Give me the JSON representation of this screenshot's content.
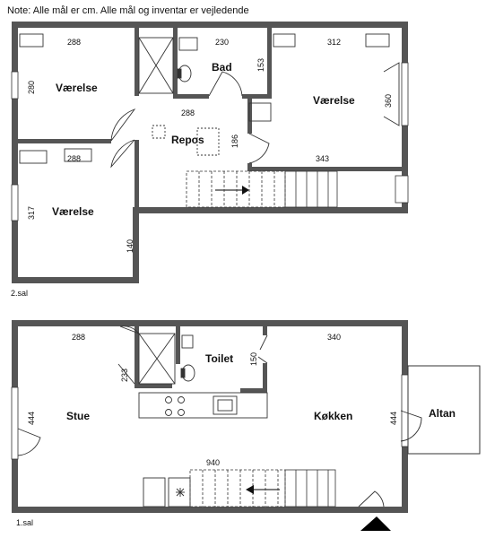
{
  "note": "Note: Alle mål er cm. Alle mål og inventar er vejledende",
  "floors": {
    "upper": {
      "level_label": "2.sal",
      "rooms": {
        "vaerelse_topleft": "Værelse",
        "bad": "Bad",
        "vaerelse_right": "Værelse",
        "repos": "Repos",
        "vaerelse_bottomleft": "Værelse"
      },
      "dims": {
        "d288_top": "288",
        "d230": "230",
        "d312": "312",
        "d280": "280",
        "d153": "153",
        "d360": "360",
        "d288_mid": "288",
        "d186": "186",
        "d288_low": "288",
        "d343": "343",
        "d317": "317",
        "d140": "140"
      }
    },
    "lower": {
      "level_label": "1.sal",
      "rooms": {
        "stue": "Stue",
        "toilet": "Toilet",
        "koekken": "Køkken",
        "altan": "Altan"
      },
      "dims": {
        "d288": "288",
        "d340": "340",
        "d233": "233",
        "d150": "150",
        "d444_left": "444",
        "d444_right": "444",
        "d940": "940"
      }
    }
  }
}
